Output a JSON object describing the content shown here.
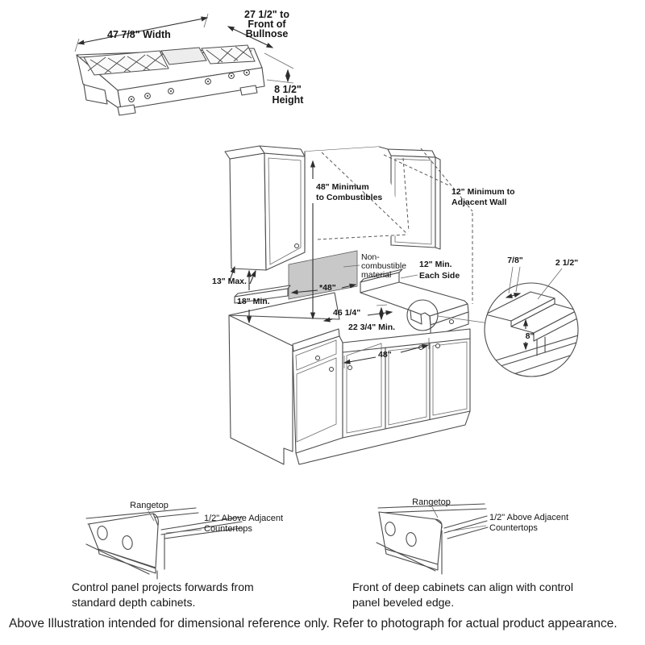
{
  "colors": {
    "line": "#4b4b4b",
    "text": "#161616",
    "noncombustible_fill": "#c8c8c8",
    "background": "#ffffff"
  },
  "rangetop_view": {
    "width_label": "47 7/8\" Width",
    "bullnose_label_line1": "27 1/2\" to",
    "bullnose_label_line2": "Front of",
    "bullnose_label_line3": "Bullnose",
    "height_label_line1": "8 1/2\"",
    "height_label_line2": "Height"
  },
  "installation_view": {
    "combustibles_line1": "48\" Minimum",
    "combustibles_line2": "to Combustibles",
    "adjacent_wall_line1": "12\" Minimum to",
    "adjacent_wall_line2": "Adjacent Wall",
    "cabinet_depth_max": "13\" Max.",
    "counter_to_cabinet_min": "18\" Min.",
    "noncombustible_line1": "Non-",
    "noncombustible_line2": "combustible",
    "noncombustible_line3": "material",
    "side_clearance_line1": "12\" Min.",
    "side_clearance_line2": "Each Side",
    "cutout_width_starred": "*48\"",
    "cutout_width_inner": "46 1/4\"",
    "cutout_depth_min": "22 3/4\" Min.",
    "cabinet_opening_width": "48\"",
    "edge_detail": {
      "lip": "7/8\"",
      "ledge": "2 1/2\"",
      "height": "8\""
    }
  },
  "standard_cabinet_detail": {
    "rangetop_label": "Rangetop",
    "clearance_line1": "1/2\" Above Adjacent",
    "clearance_line2": "Countertops",
    "caption_line1": "Control panel projects forwards from",
    "caption_line2": "standard depth cabinets."
  },
  "deep_cabinet_detail": {
    "rangetop_label": "Rangetop",
    "clearance_line1": "1/2\" Above Adjacent",
    "clearance_line2": "Countertops",
    "caption_line1": "Front of deep cabinets can align with control",
    "caption_line2": "panel beveled edge."
  },
  "footer": {
    "note": "Above Illustration intended for dimensional reference only. Refer to photograph for actual product appearance."
  }
}
